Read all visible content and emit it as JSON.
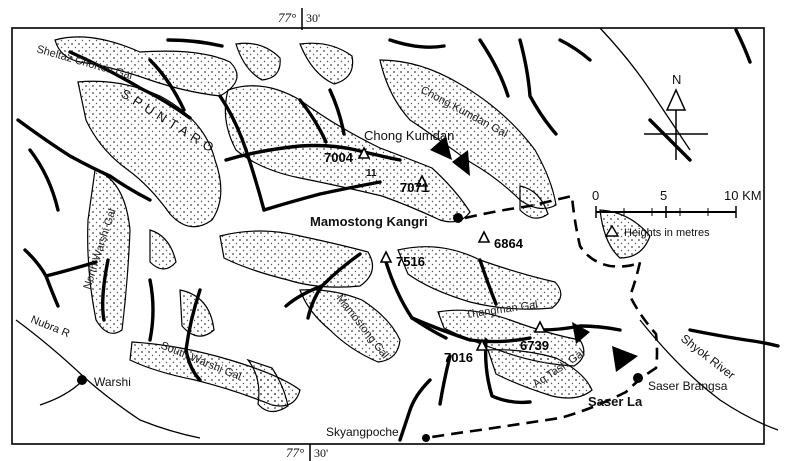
{
  "map": {
    "longitude_top": {
      "deg": "77°",
      "min": "30'"
    },
    "longitude_bottom": {
      "deg": "77°",
      "min": "30'"
    },
    "north_label": "N",
    "scale": {
      "start": "0",
      "mid": "5",
      "end": "10 KM"
    },
    "legend_heights": "Heights in metres",
    "peaks": [
      {
        "height": "7004"
      },
      {
        "height": "7071"
      },
      {
        "height": "7516"
      },
      {
        "height": "6864"
      },
      {
        "height": "7016"
      },
      {
        "height": "6739"
      }
    ],
    "places": {
      "chong_kumdan": "Chong Kumdan",
      "mamostong": "Mamostong Kangri",
      "warshi": "Warshi",
      "skyangpoche": "Skyangpoche",
      "saser_la": "Saser La",
      "saser_brangsa": "Saser Brangsa",
      "nubra_r": "Nubra R",
      "shyok_river": "Shyok River",
      "spuntaro": "SPUNTARO"
    },
    "glaciers": {
      "sheltaz_chorten": "Sheltaz Chorten Gal",
      "chong_kumdan_gal": "Chong Kumdan Gal",
      "north_warshi": "North Warshi Gal",
      "south_warshi": "South Warshi Gal",
      "mamostong_gal": "Mamostong Gal",
      "thangman": "Thangman Gal",
      "aq_tash": "Aq Tash Gal",
      "peak_11": "11"
    }
  }
}
